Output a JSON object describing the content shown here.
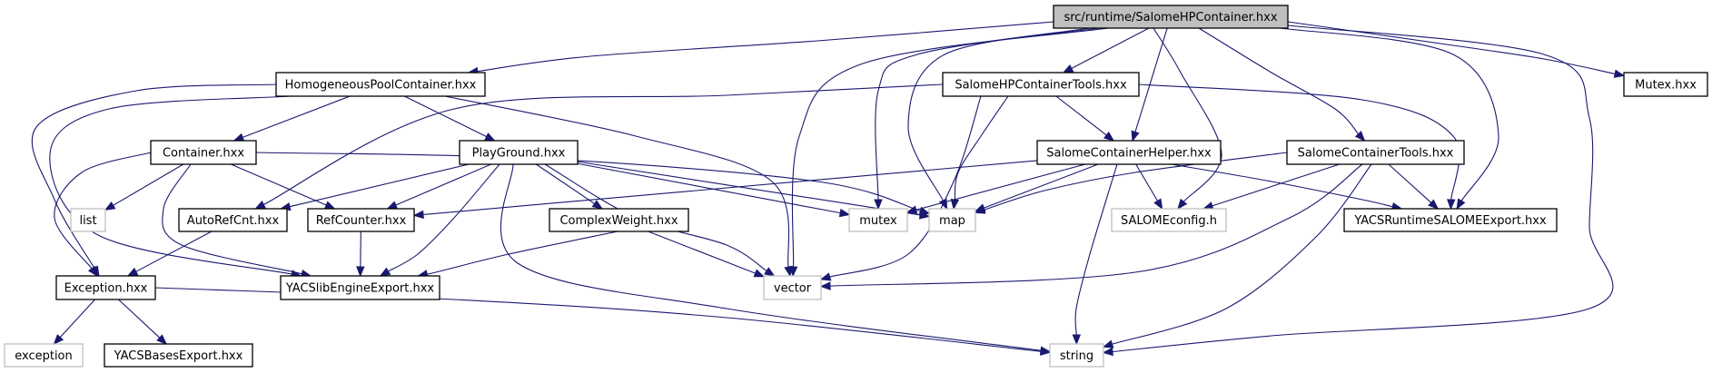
{
  "diagram": {
    "type": "include-dependency-graph",
    "root": "src/runtime/SalomeHPContainer.hxx",
    "colors": {
      "edge": "#191970",
      "root_fill": "#bfbfbf",
      "node_border": "#000000",
      "system_border": "#bfbfbf",
      "background": "#ffffff"
    },
    "nodes": [
      {
        "id": "root",
        "label": "src/runtime/SalomeHPContainer.hxx",
        "kind": "root"
      },
      {
        "id": "hpc",
        "label": "HomogeneousPoolContainer.hxx",
        "kind": "project"
      },
      {
        "id": "shpct",
        "label": "SalomeHPContainerTools.hxx",
        "kind": "project"
      },
      {
        "id": "mutexhxx",
        "label": "Mutex.hxx",
        "kind": "project"
      },
      {
        "id": "container",
        "label": "Container.hxx",
        "kind": "project"
      },
      {
        "id": "playground",
        "label": "PlayGround.hxx",
        "kind": "project"
      },
      {
        "id": "sch",
        "label": "SalomeContainerHelper.hxx",
        "kind": "project"
      },
      {
        "id": "sct",
        "label": "SalomeContainerTools.hxx",
        "kind": "project"
      },
      {
        "id": "list",
        "label": "list",
        "kind": "system"
      },
      {
        "id": "autorefcnt",
        "label": "AutoRefCnt.hxx",
        "kind": "project"
      },
      {
        "id": "refcounter",
        "label": "RefCounter.hxx",
        "kind": "project"
      },
      {
        "id": "complexweight",
        "label": "ComplexWeight.hxx",
        "kind": "project"
      },
      {
        "id": "mutex",
        "label": "mutex",
        "kind": "system"
      },
      {
        "id": "map",
        "label": "map",
        "kind": "system"
      },
      {
        "id": "salomeconfig",
        "label": "SALOMEconfig.h",
        "kind": "system"
      },
      {
        "id": "yacsruntime",
        "label": "YACSRuntimeSALOMEExport.hxx",
        "kind": "project"
      },
      {
        "id": "exception_hxx",
        "label": "Exception.hxx",
        "kind": "project"
      },
      {
        "id": "yacslibengine",
        "label": "YACSlibEngineExport.hxx",
        "kind": "project"
      },
      {
        "id": "vector",
        "label": "vector",
        "kind": "system"
      },
      {
        "id": "exception",
        "label": "exception",
        "kind": "system"
      },
      {
        "id": "yacsbases",
        "label": "YACSBasesExport.hxx",
        "kind": "project"
      },
      {
        "id": "string",
        "label": "string",
        "kind": "system"
      }
    ],
    "edges": [
      {
        "from": "root",
        "to": "hpc"
      },
      {
        "from": "root",
        "to": "shpct"
      },
      {
        "from": "root",
        "to": "mutexhxx"
      },
      {
        "from": "root",
        "to": "sch"
      },
      {
        "from": "root",
        "to": "sct"
      },
      {
        "from": "root",
        "to": "mutex"
      },
      {
        "from": "root",
        "to": "map"
      },
      {
        "from": "root",
        "to": "vector"
      },
      {
        "from": "root",
        "to": "salomeconfig"
      },
      {
        "from": "root",
        "to": "yacsruntime"
      },
      {
        "from": "root",
        "to": "string"
      },
      {
        "from": "hpc",
        "to": "container"
      },
      {
        "from": "hpc",
        "to": "playground"
      },
      {
        "from": "hpc",
        "to": "exception_hxx"
      },
      {
        "from": "hpc",
        "to": "yacslibengine"
      },
      {
        "from": "hpc",
        "to": "vector"
      },
      {
        "from": "shpct",
        "to": "sch"
      },
      {
        "from": "shpct",
        "to": "autorefcnt"
      },
      {
        "from": "shpct",
        "to": "map"
      },
      {
        "from": "shpct",
        "to": "vector"
      },
      {
        "from": "shpct",
        "to": "yacsruntime"
      },
      {
        "from": "container",
        "to": "list"
      },
      {
        "from": "container",
        "to": "refcounter"
      },
      {
        "from": "container",
        "to": "exception_hxx"
      },
      {
        "from": "container",
        "to": "yacslibengine"
      },
      {
        "from": "container",
        "to": "map"
      },
      {
        "from": "playground",
        "to": "autorefcnt"
      },
      {
        "from": "playground",
        "to": "refcounter"
      },
      {
        "from": "playground",
        "to": "complexweight"
      },
      {
        "from": "playground",
        "to": "yacslibengine"
      },
      {
        "from": "playground",
        "to": "mutex"
      },
      {
        "from": "playground",
        "to": "map"
      },
      {
        "from": "playground",
        "to": "vector"
      },
      {
        "from": "playground",
        "to": "string"
      },
      {
        "from": "sch",
        "to": "refcounter"
      },
      {
        "from": "sch",
        "to": "mutex"
      },
      {
        "from": "sch",
        "to": "map"
      },
      {
        "from": "sch",
        "to": "salomeconfig"
      },
      {
        "from": "sch",
        "to": "yacsruntime"
      },
      {
        "from": "sch",
        "to": "string"
      },
      {
        "from": "sct",
        "to": "map"
      },
      {
        "from": "sct",
        "to": "salomeconfig"
      },
      {
        "from": "sct",
        "to": "yacsruntime"
      },
      {
        "from": "sct",
        "to": "vector"
      },
      {
        "from": "sct",
        "to": "string"
      },
      {
        "from": "autorefcnt",
        "to": "exception_hxx"
      },
      {
        "from": "refcounter",
        "to": "yacslibengine"
      },
      {
        "from": "complexweight",
        "to": "yacslibengine"
      },
      {
        "from": "complexweight",
        "to": "vector"
      },
      {
        "from": "exception_hxx",
        "to": "exception"
      },
      {
        "from": "exception_hxx",
        "to": "yacsbases"
      },
      {
        "from": "exception_hxx",
        "to": "string"
      }
    ]
  }
}
